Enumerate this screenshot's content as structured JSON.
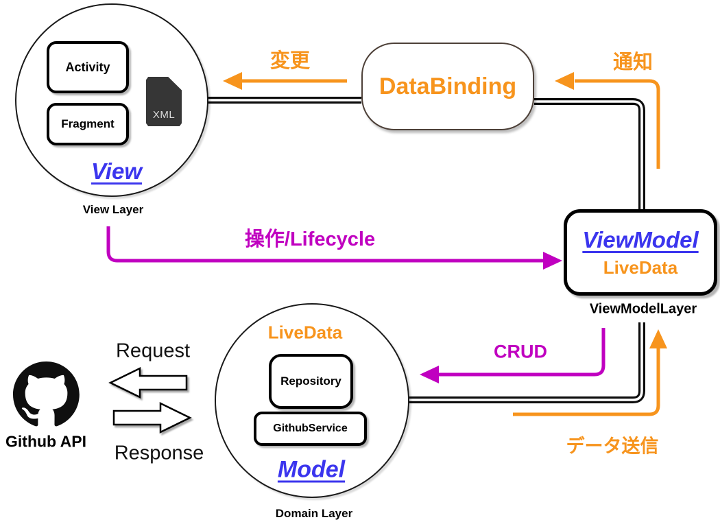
{
  "colors": {
    "orange": "#F7941D",
    "magenta": "#C000C0",
    "blue": "#3B35EE",
    "ink": "#0d0d0d"
  },
  "view_layer": {
    "activity": "Activity",
    "fragment": "Fragment",
    "xml": "XML",
    "title": "View",
    "caption": "View Layer"
  },
  "databinding": {
    "label": "DataBinding"
  },
  "viewmodel": {
    "title": "ViewModel",
    "subtitle": "LiveData",
    "caption": "ViewModelLayer"
  },
  "model_layer": {
    "livedata": "LiveData",
    "repository": "Repository",
    "github_service": "GithubService",
    "title": "Model",
    "caption": "Domain Layer"
  },
  "github": {
    "label": "Github API"
  },
  "arrows": {
    "change": "変更",
    "notify": "通知",
    "operate": "操作/Lifecycle",
    "crud": "CRUD",
    "send": "データ送信",
    "request": "Request",
    "response": "Response"
  }
}
